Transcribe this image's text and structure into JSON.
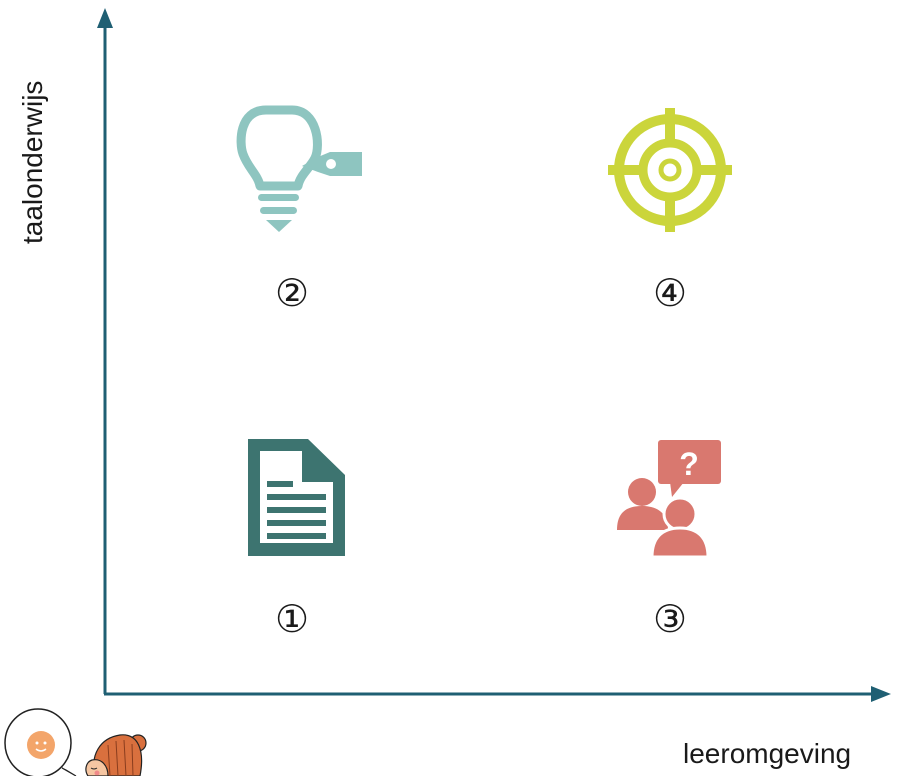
{
  "axes": {
    "x_label": "leeromgeving",
    "y_label": "taalonderwijs",
    "color": "#1f5f73"
  },
  "quadrants": [
    {
      "number": "①",
      "icon": "document-icon",
      "color": "#3d7470"
    },
    {
      "number": "②",
      "icon": "lightbulb-tag-icon",
      "color": "#8ec5c0"
    },
    {
      "number": "③",
      "icon": "people-question-icon",
      "color": "#d9786f"
    },
    {
      "number": "④",
      "icon": "target-icon",
      "color": "#cbd53b"
    }
  ],
  "mascot": {
    "icon": "girl-with-thought-bubble-icon"
  }
}
